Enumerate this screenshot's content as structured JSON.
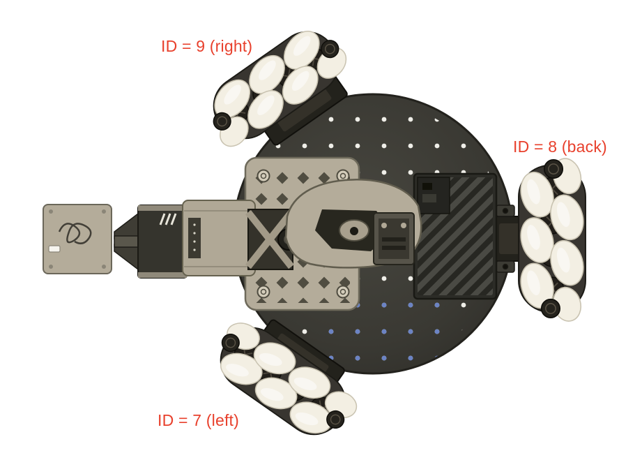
{
  "figure": {
    "labels": {
      "wheel_right": "ID = 9 (right)",
      "wheel_back": "ID = 8 (back)",
      "wheel_left": "ID = 7 (left)"
    },
    "colors": {
      "annotation_text": "#e8402c",
      "background": "#ffffff",
      "base_plate": "#3a3933",
      "wheel_rollers": "#f3efe3",
      "arm_body": "#b4ac9a",
      "blue_holes": "#6b83c4"
    }
  }
}
